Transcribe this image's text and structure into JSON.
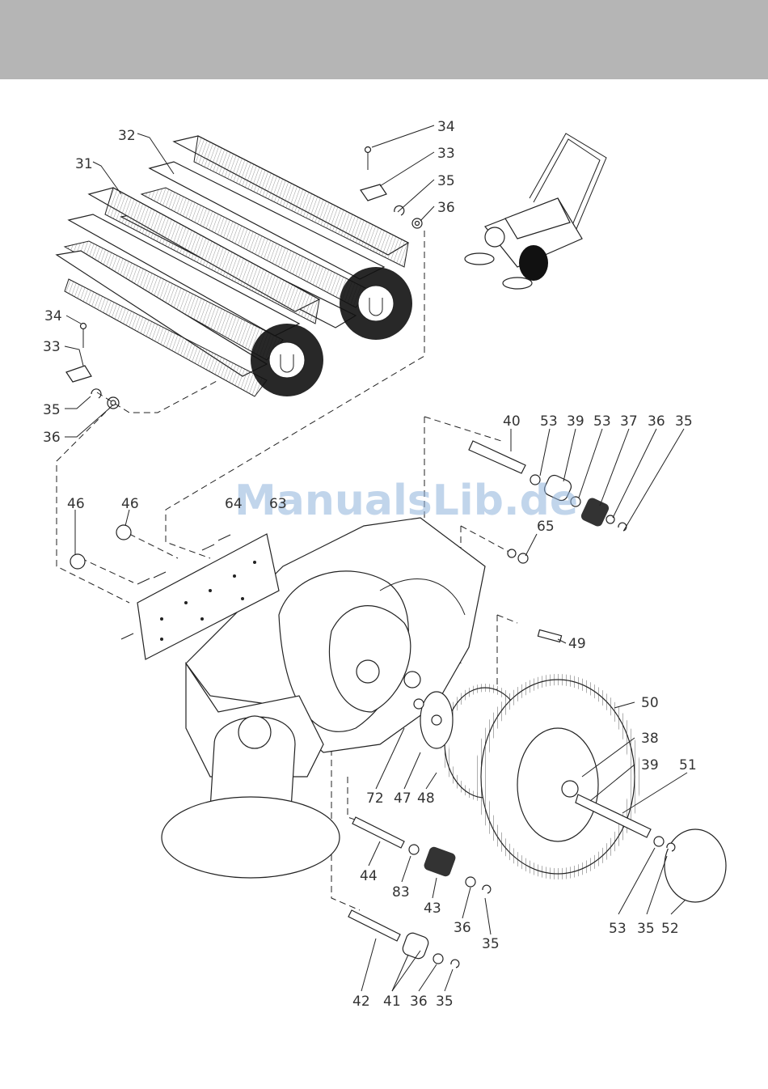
{
  "watermark": "ManualsLib.de",
  "labels": {
    "top_right_34": "34",
    "top_right_33": "33",
    "top_right_35": "35",
    "top_right_36": "36",
    "brush_32": "32",
    "brush_31": "31",
    "left_34": "34",
    "left_33": "33",
    "left_35": "35",
    "left_36": "36",
    "shaft_40": "40",
    "shaft_53a": "53",
    "shaft_39": "39",
    "shaft_53b": "53",
    "shaft_37": "37",
    "shaft_36": "36",
    "shaft_35": "35",
    "nut_46a": "46",
    "nut_46b": "46",
    "screw_64": "64",
    "plate_63": "63",
    "washer_65": "65",
    "pin_49": "49",
    "wheel_50": "50",
    "wheel_38": "38",
    "wheel_39": "39",
    "axle_51": "51",
    "hub_72": "72",
    "hub_47": "47",
    "gear_48": "48",
    "axle_44": "44",
    "axle_83": "83",
    "gear_43": "43",
    "gear_36": "36",
    "gear_35": "35",
    "cap_53": "53",
    "cap_35": "35",
    "cap_52": "52",
    "low_42": "42",
    "low_41": "41",
    "low_36": "36",
    "low_35": "35"
  }
}
